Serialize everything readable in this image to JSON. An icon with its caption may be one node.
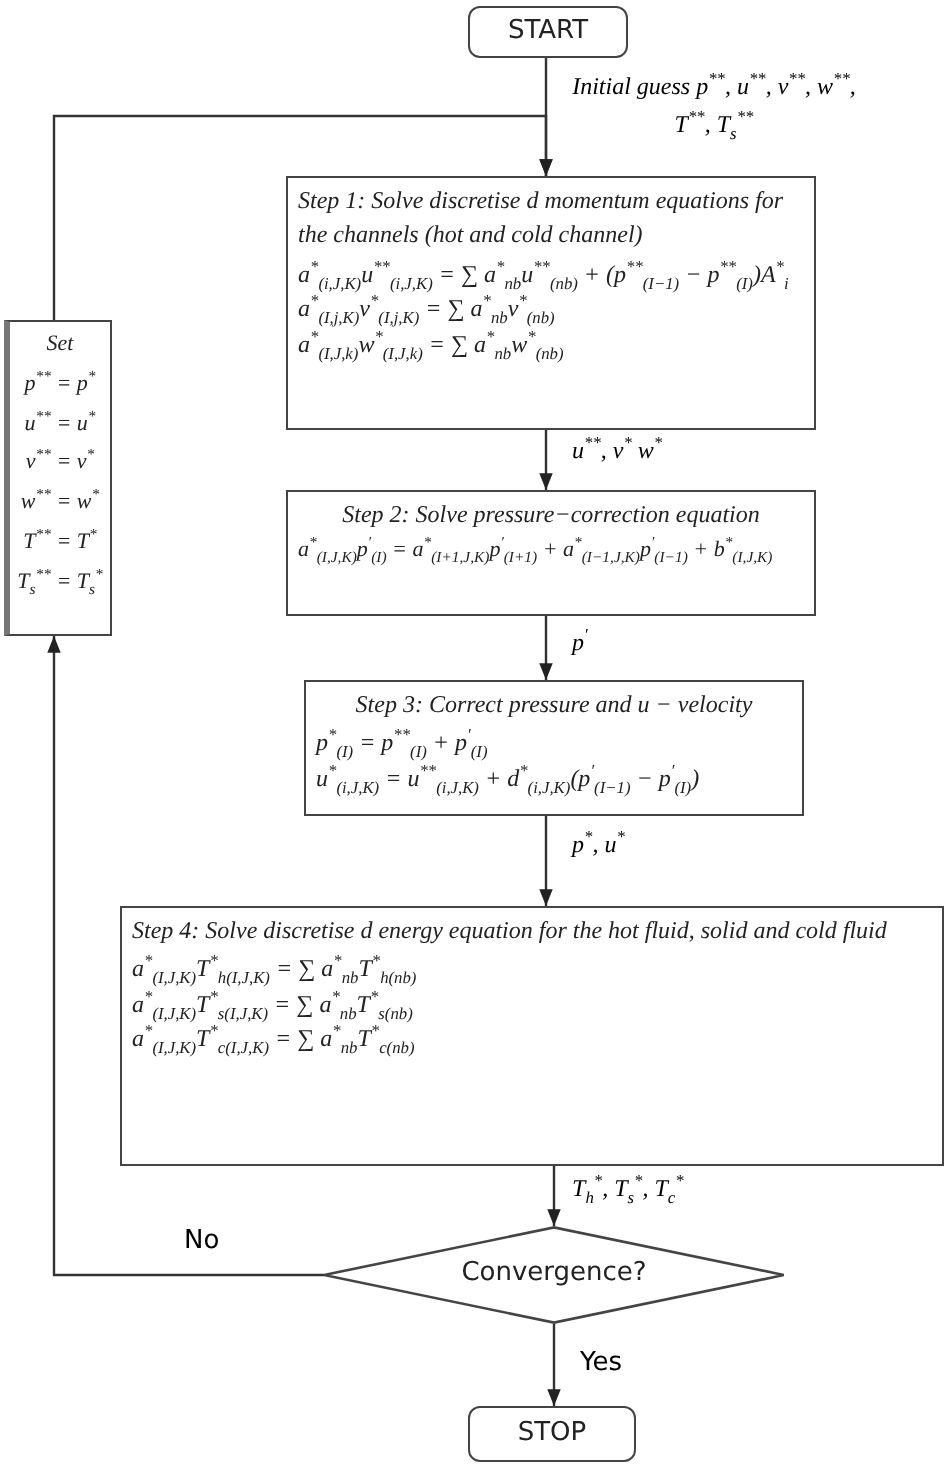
{
  "diagram": {
    "nodes": [
      {
        "text": [
          "START"
        ]
      },
      {
        "text": [
          "Step 1: Solve discretise d momentum equations for the channels (hot and cold channel)",
          "a$^{*}$$_{(i,J,K)}$u$^{**}$$_{(i,J,K)}$ = ∑ a$^{*}$$_{nb}$u$^{**}$$_{(nb)}$ + (p$^{**}$$_{(I−1)}$ − p$^{**}$$_{(I)}$)A$^{*}$$_{i}$",
          "a$^{*}$$_{(I,j,K)}$v$^{*}$$_{(I,j,K)}$ = ∑ a$^{*}$$_{nb}$v$^{*}$$_{(nb)}$",
          "a$^{*}$$_{(I,J,k)}$w$^{*}$$_{(I,J,k)}$ = ∑ a$^{*}$$_{nb}$w$^{*}$$_{(nb)}$"
        ]
      },
      {
        "text": [
          "Step 2: Solve pressure−correction equation",
          "a$^{*}$$_{(I,J,K)}$p$^{′}$$_{(I)}$ = a$^{*}$$_{(I+1,J,K)}$p$^{′}$$_{(I+1)}$ + a$^{*}$$_{(I−1,J,K)}$p$^{′}$$_{(I−1)}$ + b$^{*}$$_{(I,J,K)}$"
        ]
      },
      {
        "text": [
          "Step 3: Correct pressure and u − velocity",
          "p$^{*}$$_{(I)}$ = p$^{**}$$_{(I)}$ + p$^{′}$$_{(I)}$",
          "u$^{*}$$_{(i,J,K)}$ = u$^{**}$$_{(i,J,K)}$ + d$^{*}$$_{(i,J,K)}$(p$^{′}$$_{(I−1)}$ − p$^{′}$$_{(I)}$)"
        ]
      },
      {
        "text": [
          "Step 4: Solve discretise d energy equation for the hot fluid, solid and cold fluid",
          "a$^{*}$$_{(I,J,K)}$T$^{*}$$_{h(I,J,K)}$ = ∑ a$^{*}$$_{nb}$T$^{*}$$_{h(nb)}$",
          "a$^{*}$$_{(I,J,K)}$T$^{*}$$_{s(I,J,K)}$ = ∑ a$^{*}$$_{nb}$T$^{*}$$_{s(nb)}$",
          "a$^{*}$$_{(I,J,K)}$T$^{*}$$_{c(I,J,K)}$ = ∑ a$^{*}$$_{nb}$T$^{*}$$_{c(nb)}$"
        ]
      },
      {
        "text": [
          "Convergence?"
        ]
      },
      {
        "text": [
          "STOP"
        ]
      },
      {
        "text": [
          "Set",
          "p$^{**}$ = p$^{*}$",
          "u$^{**}$ = u$^{*}$",
          "v$^{**}$ = v$^{*}$",
          "w$^{**}$ = w$^{*}$",
          "T$^{**}$ = T$^{*}$",
          "T$_{s}$$^{**}$ = T$_{s}$$^{*}$"
        ]
      }
    ],
    "edges": [
      {
        "from": 0,
        "to": 1,
        "arrow": "to",
        "label": "Initial guess p$^{**}$, u$^{**}$, v$^{**}$, w$^{**}$, T$^{**}$, T$_{s}$$^{**}$"
      },
      {
        "from": 1,
        "to": 2,
        "arrow": "to",
        "label": "u$^{**}$, v$^{*}$ w$^{*}$"
      },
      {
        "from": 2,
        "to": 3,
        "arrow": "to",
        "label": "p$^{′}$"
      },
      {
        "from": 3,
        "to": 4,
        "arrow": "to",
        "label": "p$^{*}$, u$^{*}$"
      },
      {
        "from": 4,
        "to": 5,
        "arrow": "to",
        "label": "T$_{h}$$^{*}$, T$_{s}$$^{*}$, T$_{c}$$^{*}$"
      },
      {
        "from": 5,
        "to": 6,
        "arrow": "to",
        "label": "Yes"
      },
      {
        "from": 5,
        "to": 7,
        "arrow": "to",
        "label": "No"
      },
      {
        "from": 7,
        "to": 1,
        "arrow": "to"
      }
    ]
  }
}
